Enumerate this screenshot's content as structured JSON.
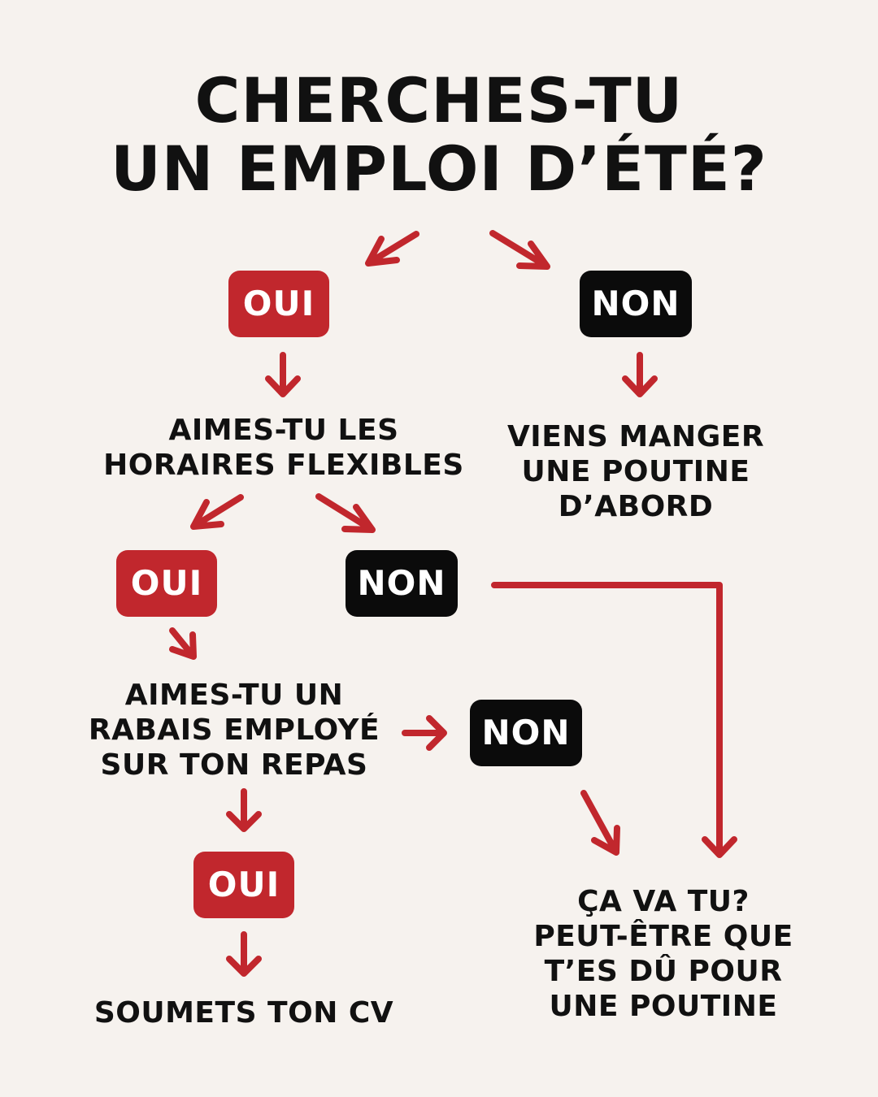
{
  "title": {
    "line1": "CHERCHES-TU",
    "line2": "UN EMPLOI D’ÉTÉ?"
  },
  "colors": {
    "background": "#f6f2ee",
    "accent": "#c1272d",
    "dark": "#0b0b0b",
    "text": "#111111"
  },
  "labels": {
    "oui": "OUI",
    "non": "NON"
  },
  "questions": {
    "horaires": {
      "line1": "AIMES-TU LES",
      "line2": "HORAIRES FLEXIBLES"
    },
    "rabais": {
      "line1": "AIMES-TU UN",
      "line2": "RABAIS EMPLOYÉ",
      "line3": "SUR TON REPAS"
    }
  },
  "outcomes": {
    "poutine_dabord": {
      "line1": "VIENS MANGER",
      "line2": "UNE POUTINE",
      "line3": "D’ABORD"
    },
    "soumets": {
      "line1": "SOUMETS TON CV"
    },
    "ca_va": {
      "line1": "ÇA VA TU?",
      "line2": "PEUT-ÊTRE QUE",
      "line3": "T’ES DÛ POUR",
      "line4": "UNE POUTINE"
    }
  }
}
